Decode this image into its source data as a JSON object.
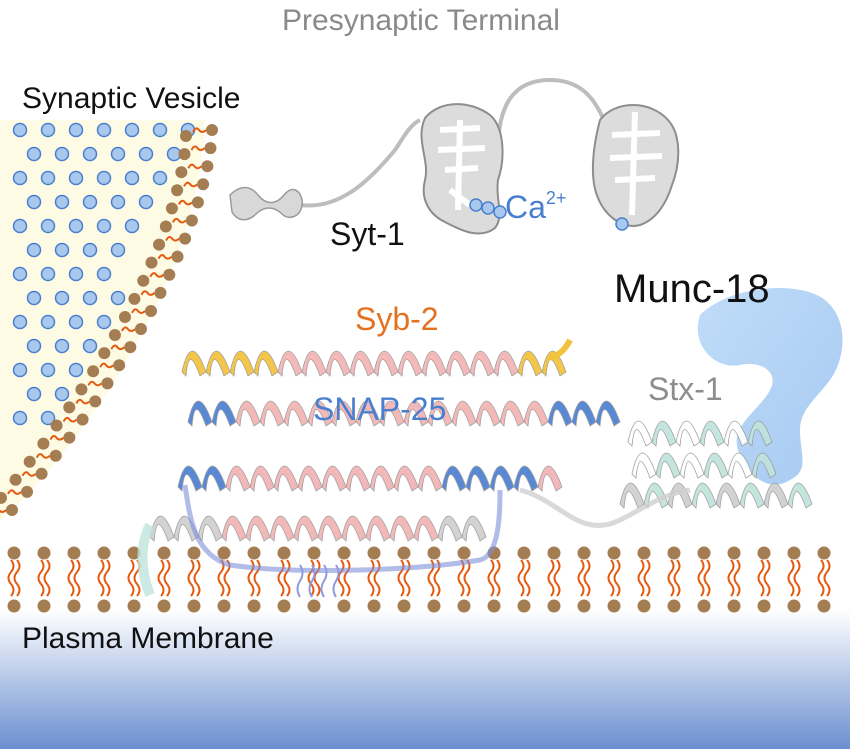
{
  "title": "Presynaptic Terminal",
  "regions": {
    "vesicle": "Synaptic Vesicle",
    "membrane": "Plasma Membrane"
  },
  "proteins": {
    "syt1": "Syt-1",
    "ca": "Ca",
    "ca_charge": "2+",
    "munc18": "Munc-18",
    "syb2": "Syb-2",
    "snap25": "SNAP-25",
    "stx1": "Stx-1"
  },
  "colors": {
    "title": "#8a8a8a",
    "syb2": "#e4711f",
    "snap25": "#4a7fcf",
    "stx1": "#8d8d8d",
    "ca": "#4a7fcf",
    "lipid_head": "#a57d52",
    "lipid_tail": "#e65a10",
    "vesicle_fill": "#fdfbe4",
    "munc18": "#a9cdf4",
    "helix_pink": "#f2b4b4",
    "helix_yellow": "#f3c23b",
    "helix_blue": "#4b7fd0",
    "helix_teal": "#bfe3dc",
    "helix_grey": "#cfcfcf",
    "membrane_gradient_bottom": "#6b8fd0"
  }
}
